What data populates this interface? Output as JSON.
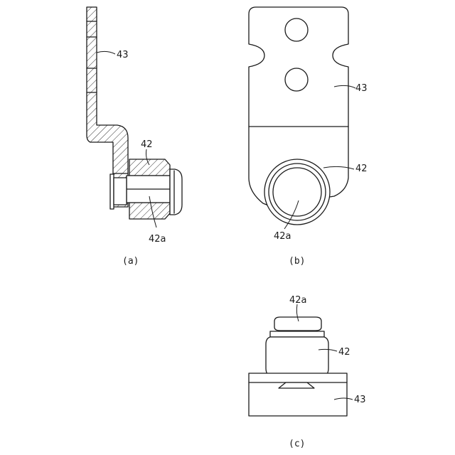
{
  "figures": {
    "a": {
      "caption": "(a)",
      "labels": {
        "bracket": "43",
        "roller": "42",
        "shaft": "42a"
      }
    },
    "b": {
      "caption": "(b)",
      "labels": {
        "bracket": "43",
        "roller": "42",
        "shaft": "42a"
      }
    },
    "c": {
      "caption": "(c)",
      "labels": {
        "shaft": "42a",
        "roller": "42",
        "bracket": "43"
      }
    }
  }
}
